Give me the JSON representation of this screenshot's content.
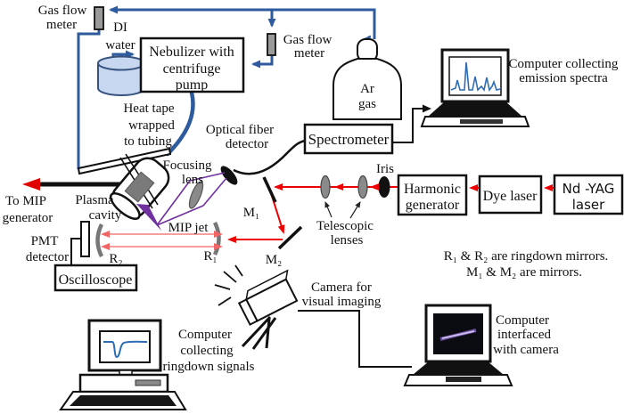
{
  "labels": {
    "gas_flow_meter_top": [
      "Gas flow",
      "meter"
    ],
    "di_water": [
      "DI",
      "water"
    ],
    "nebulizer": [
      "Nebulizer with",
      "centrifuge",
      "pump"
    ],
    "gas_flow_meter_right": [
      "Gas flow",
      "meter"
    ],
    "ar_gas": [
      "Ar",
      "gas"
    ],
    "heat_tape": [
      "Heat tape",
      "wrapped",
      "to tubing"
    ],
    "optical_fiber_detector": [
      "Optical fiber",
      "detector"
    ],
    "spectrometer": "Spectrometer",
    "computer_emission": [
      "Computer collecting",
      "emission spectra"
    ],
    "iris": "Iris",
    "harmonic_generator": [
      "Harmonic",
      "generator"
    ],
    "dye_laser": "Dye laser",
    "nd_yag_laser": [
      "Nd -YAG",
      "laser"
    ],
    "telescopic_lenses": [
      "Telescopic",
      "lenses"
    ],
    "focusing_lens": [
      "Focusing",
      "lens"
    ],
    "mip_jet": "MIP jet",
    "to_mip_generator": [
      "To MIP",
      "generator"
    ],
    "plasma_cavity": [
      "Plasma",
      "cavity"
    ],
    "pmt_detector": [
      "PMT",
      "detector"
    ],
    "oscilloscope": "Oscilloscope",
    "m1": "M₁",
    "m2": "M₂",
    "r1": "R₁",
    "r2": "R₂",
    "mirror_note": [
      "R₁ & R₂ are ringdown mirrors.",
      "M₁ & M₂ are mirrors."
    ],
    "camera": [
      "Camera for",
      "visual imaging"
    ],
    "computer_ringdown": [
      "Computer",
      "collecting",
      "ringdown signals"
    ],
    "computer_camera": [
      "Computer",
      "interfaced",
      "with camera"
    ]
  },
  "colors": {
    "tubing_blue": "#2E5B9E",
    "beam_red": "#EE0000",
    "cavity_beam_red": "#F26666",
    "plasma_purple": "#7030A0",
    "water_fill": "#C7D7EF",
    "water_stroke": "#36527E",
    "lens_gray": "#8A8A8A",
    "meter_gray": "#9A9A9A",
    "signal_trace_blue": "#2E6DB4",
    "screen_black": "#0B0B12"
  }
}
